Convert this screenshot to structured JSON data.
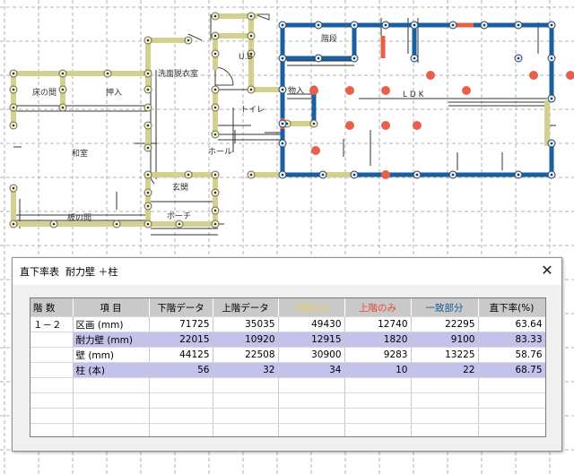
{
  "plan": {
    "room_labels": {
      "tokonoma": "床の間",
      "oshiire": "押入",
      "washitsu": "和室",
      "itanoma": "板の間",
      "senmen": "洗面脱衣室",
      "ub": "U.B",
      "toilet": "トイレ",
      "hall": "ホール",
      "genkan": "玄関",
      "porch": "ポーチ",
      "mono": "物入",
      "kaidan": "階段",
      "ldk": "L D K"
    },
    "colors": {
      "lower_wall": "#d4d08e",
      "upper_wall": "#1a5fa2",
      "column": "#e8604c",
      "grid": "#b0b0b0"
    }
  },
  "dialog": {
    "title": "直下率表  耐力壁 ＋柱",
    "close_icon": "close-icon",
    "headers": {
      "level": "階  数",
      "item": "項    目",
      "lower": "下階データ",
      "upper": "上階データ",
      "lower_only": "下階のみ",
      "upper_only": "上階のみ",
      "match": "一致部分",
      "ratio": "直下率(%)"
    },
    "header_colors": {
      "lower_only": "#e8d26a",
      "upper_only": "#e2473a",
      "match": "#1a5a9a"
    },
    "rows": [
      {
        "level": "１－２",
        "item": "区画   (mm)",
        "lower": "71725",
        "upper": "35035",
        "lower_only": "49430",
        "upper_only": "12740",
        "match": "22295",
        "ratio": "63.64"
      },
      {
        "level": "",
        "item": "耐力壁 (mm)",
        "lower": "22015",
        "upper": "10920",
        "lower_only": "12915",
        "upper_only": "1820",
        "match": "9100",
        "ratio": "83.33"
      },
      {
        "level": "",
        "item": "壁     (mm)",
        "lower": "44125",
        "upper": "22508",
        "lower_only": "30900",
        "upper_only": "9283",
        "match": "13225",
        "ratio": "58.76"
      },
      {
        "level": "",
        "item": "柱     (本)",
        "lower": "56",
        "upper": "32",
        "lower_only": "34",
        "upper_only": "10",
        "match": "22",
        "ratio": "68.75"
      }
    ]
  }
}
